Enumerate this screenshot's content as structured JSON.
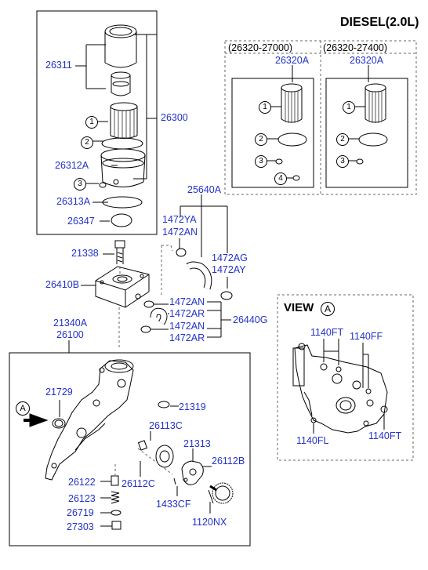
{
  "title": "DIESEL(2.0L)",
  "variants": [
    {
      "code": "(26320-27000)",
      "part": "26320A"
    },
    {
      "code": "(26320-27400)",
      "part": "26320A"
    }
  ],
  "view": {
    "label": "VIEW",
    "ref": "A"
  },
  "callouts": {
    "one": "1",
    "two": "2",
    "three": "3",
    "four": "4",
    "A": "A"
  },
  "parts": {
    "p26311": "26311",
    "p26300": "26300",
    "p26312A": "26312A",
    "p26313A": "26313A",
    "p26347": "26347",
    "p21338": "21338",
    "p26410B": "26410B",
    "p25640A": "25640A",
    "p1472YA": "1472YA",
    "p1472AN_a": "1472AN",
    "p1472AG": "1472AG",
    "p1472AY": "1472AY",
    "p1472AN_b": "1472AN",
    "p1472AR_a": "1472AR",
    "p1472AN_c": "1472AN",
    "p1472AR_b": "1472AR",
    "p26440G": "26440G",
    "p21340A": "21340A",
    "p26100": "26100",
    "p21729": "21729",
    "p21319": "21319",
    "p26113C": "26113C",
    "p21313": "21313",
    "p26112B": "26112B",
    "p26122": "26122",
    "p26112C": "26112C",
    "p26123": "26123",
    "p26719": "26719",
    "p1433CF": "1433CF",
    "p27303": "27303",
    "p1120NX": "1120NX",
    "p1140FT_a": "1140FT",
    "p1140FF": "1140FF",
    "p1140FL": "1140FL",
    "p1140FT_b": "1140FT"
  }
}
